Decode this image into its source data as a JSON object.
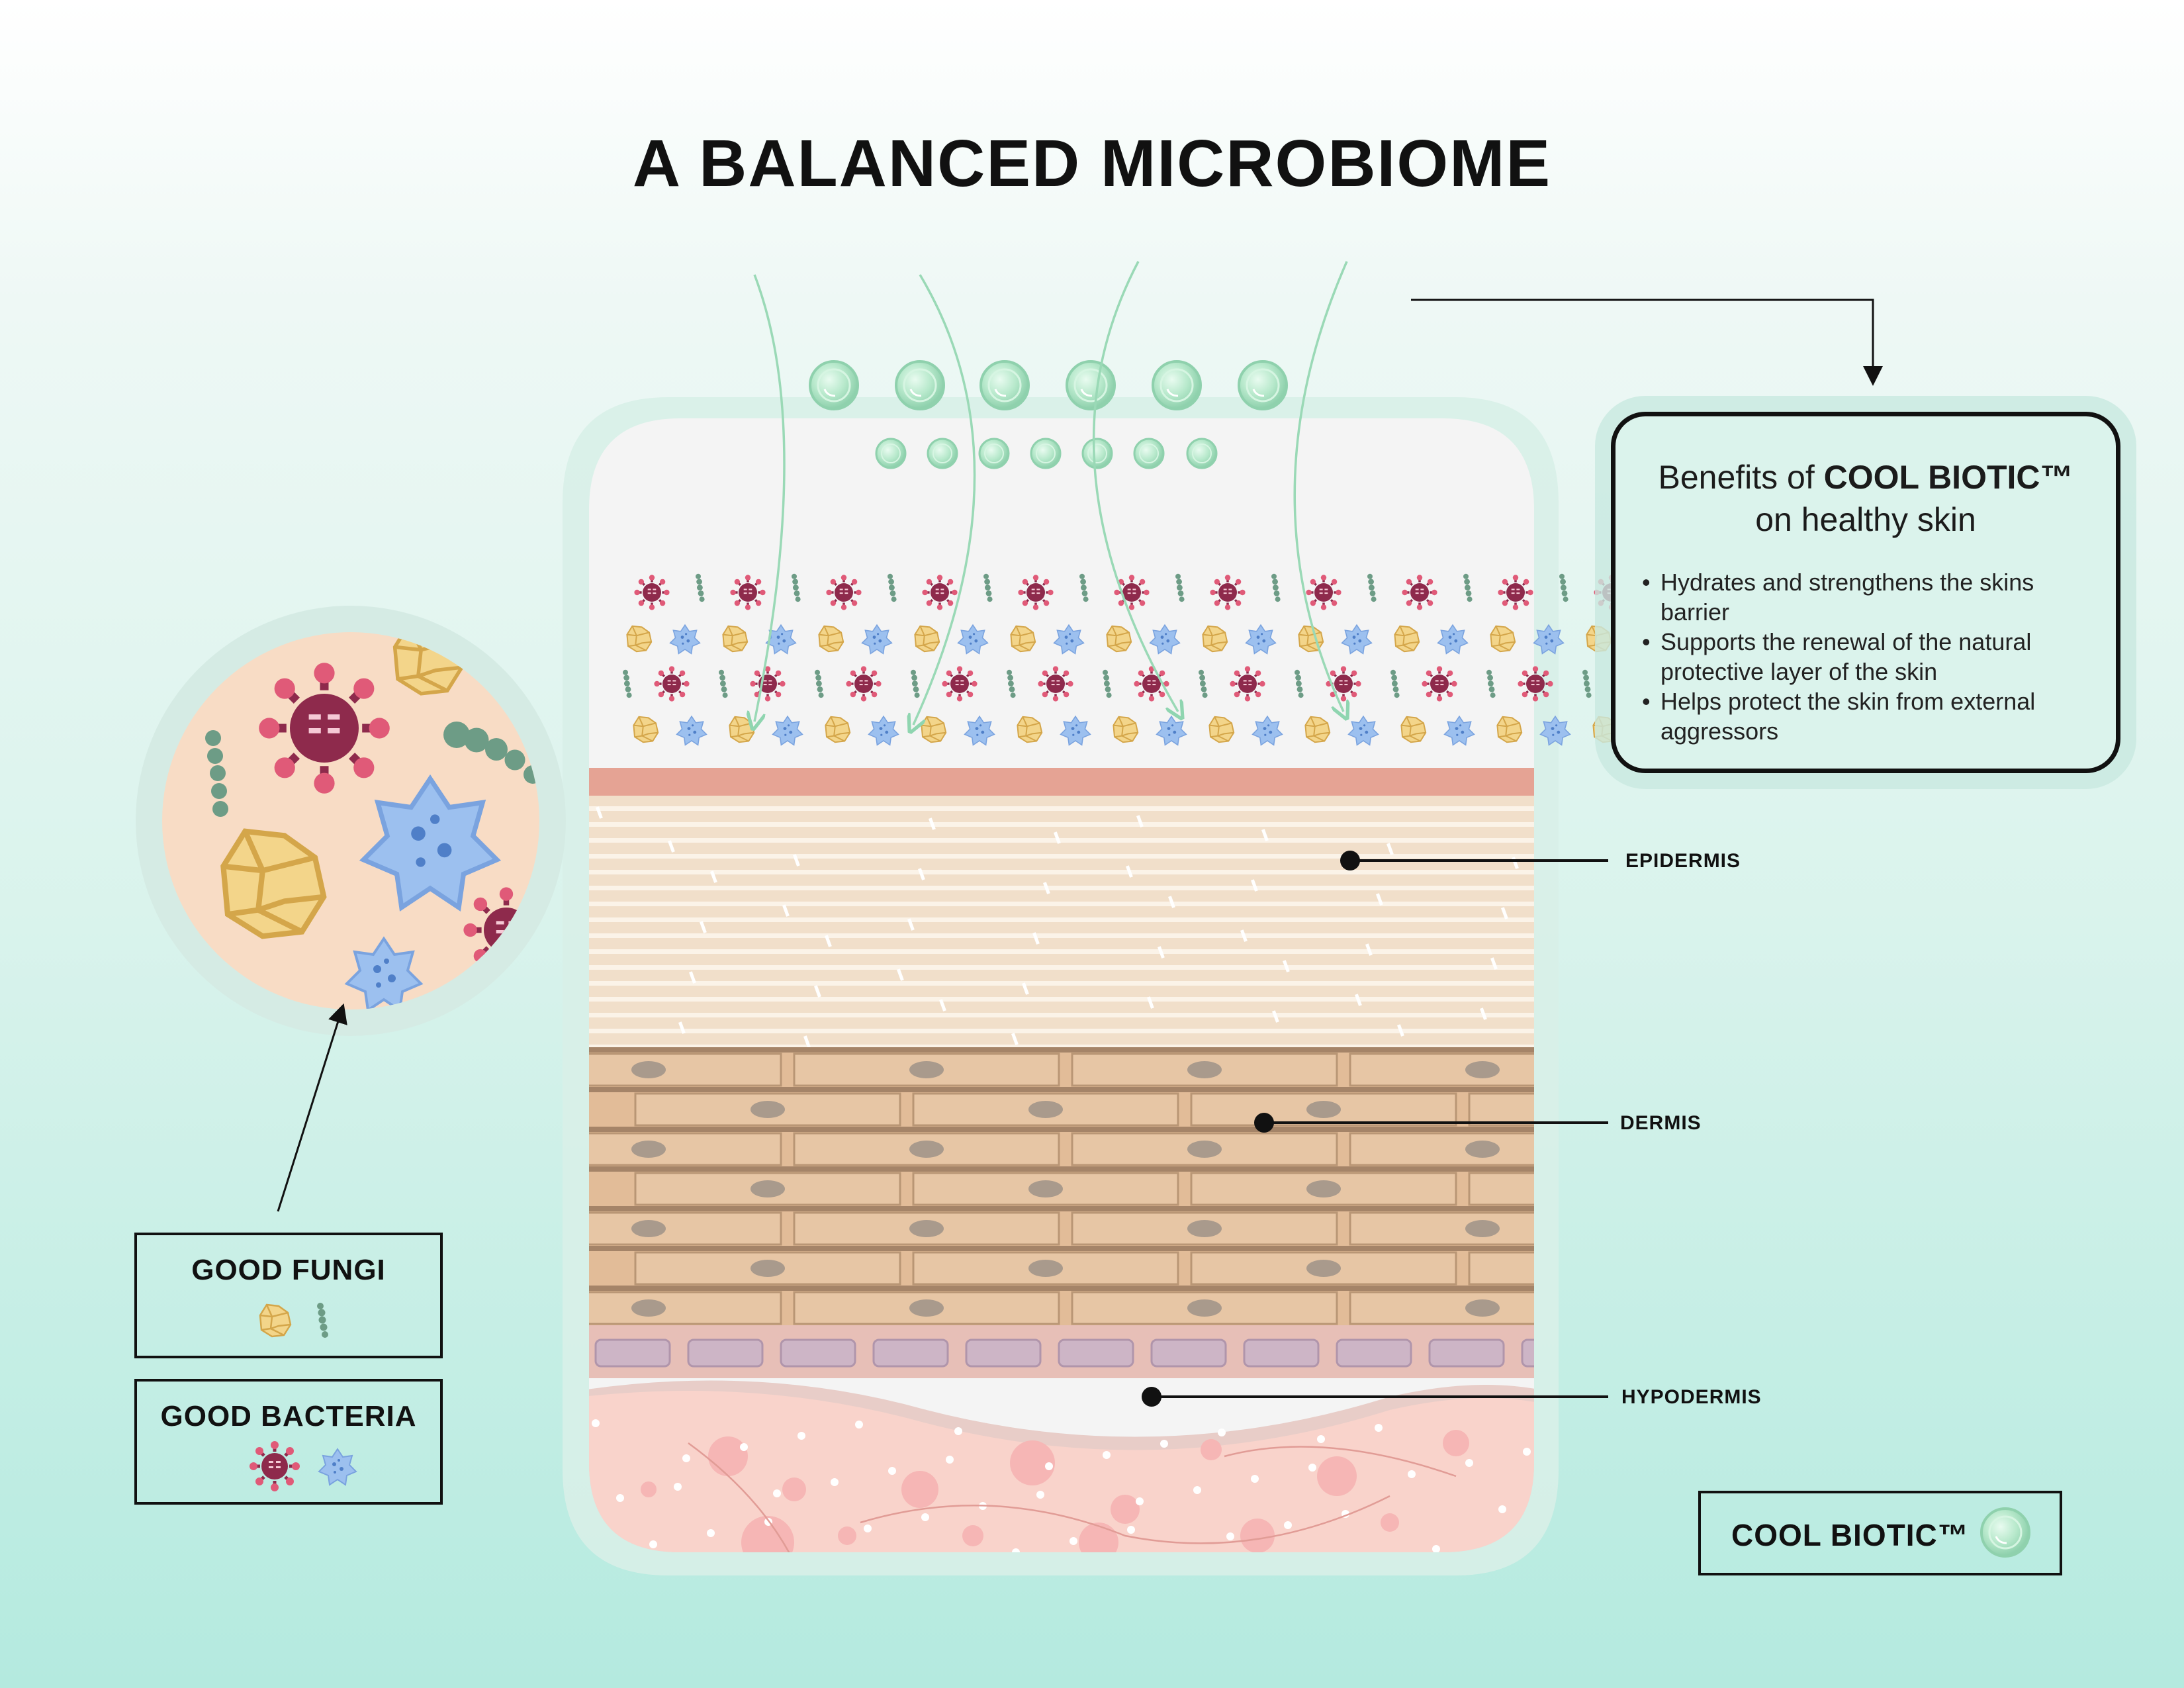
{
  "title": "A BALANCED MICROBIOME",
  "benefits": {
    "heading_prefix": "Benefits of ",
    "heading_brand": "COOL BIOTIC™",
    "heading_suffix": "on healthy skin",
    "items": [
      "Hydrates and strengthens the skins barrier",
      "Supports the renewal of the natural protective layer of the skin",
      "Helps protect the skin from external aggressors"
    ]
  },
  "layers": {
    "epidermis": "EPIDERMIS",
    "dermis": "DERMIS",
    "hypodermis": "HYPODERMIS"
  },
  "legend": {
    "fungi": "GOOD FUNGI",
    "bacteria": "GOOD BACTERIA",
    "product": "COOL BIOTIC™"
  },
  "colors": {
    "fungi_yellow": "#f3d58a",
    "fungi_green": "#6d9c86",
    "bacteria_maroon": "#8e2a4c",
    "bacteria_blue": "#9cc0ef",
    "probiotic_green": "#a9e2c0",
    "arrow_green": "#9ad9b6",
    "epidermis": "#f7e6d3",
    "dermis": "#e7c3a0",
    "hypodermis": "#f8d5cd"
  }
}
